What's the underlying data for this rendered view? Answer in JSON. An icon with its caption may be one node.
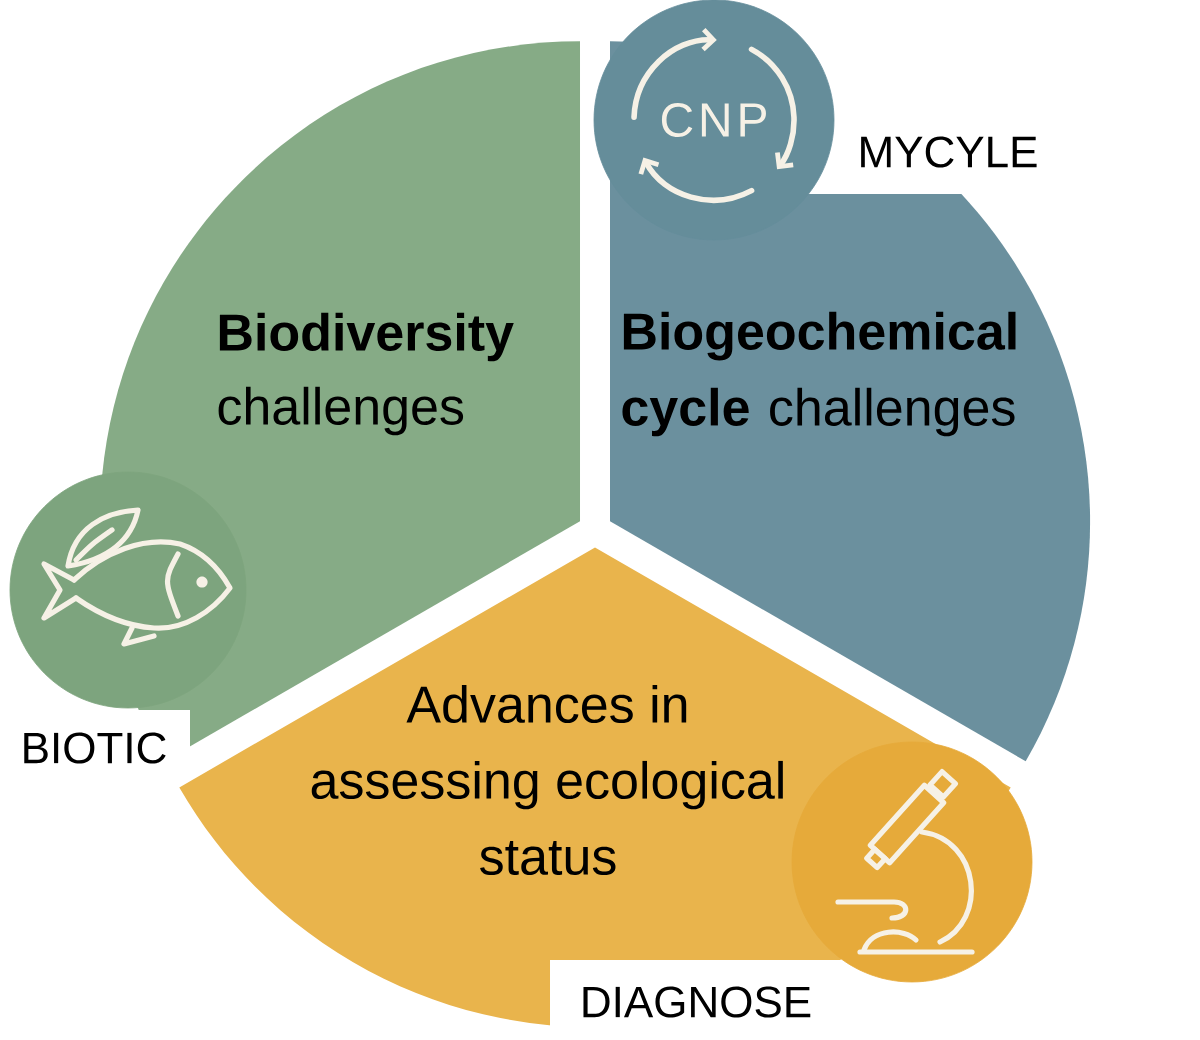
{
  "diagram": {
    "nodes": [
      {
        "text": [
          "**Biodiversity** challenges"
        ]
      },
      {
        "text": [
          "**Biogeochemical cycle** challenges"
        ]
      },
      {
        "text": [
          "CNP"
        ]
      },
      {
        "text": [],
        "shape": "circle"
      },
      {
        "text": [
          "Advances in assessing ecological status"
        ]
      },
      {
        "text": [],
        "shape": "circle"
      }
    ],
    "labels": [
      "MYCYLE",
      "BIOTIC",
      "DIAGNOSE"
    ]
  }
}
